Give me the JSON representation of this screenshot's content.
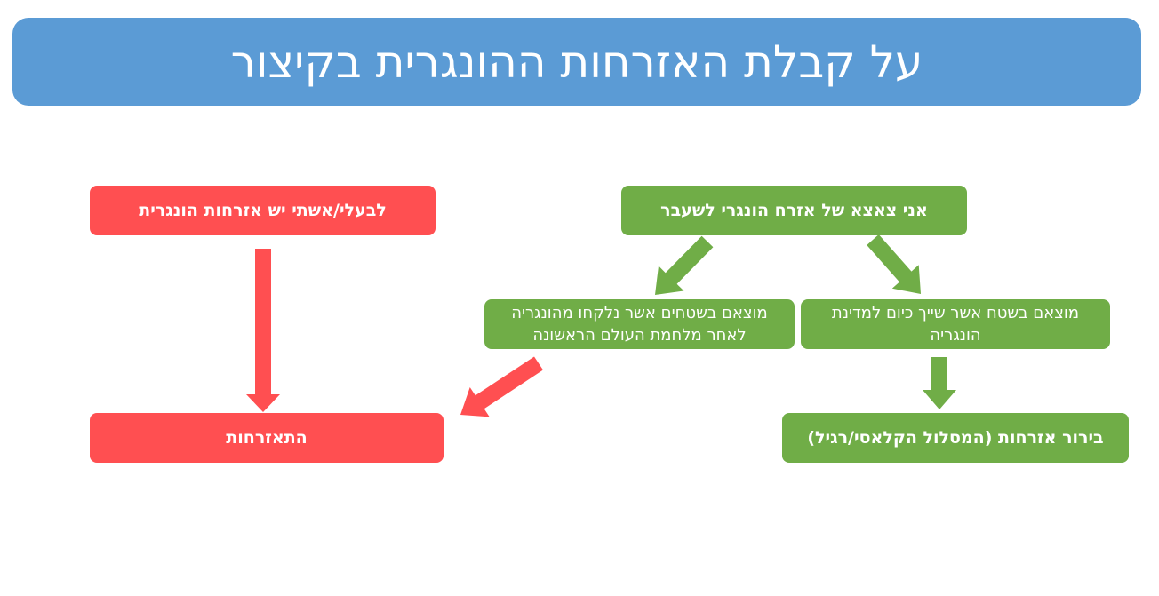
{
  "colors": {
    "title_bg": "#5b9bd5",
    "green": "#70ad47",
    "red": "#ff4f51",
    "text": "#ffffff"
  },
  "title": "על קבלת האזרחות ההונגרית בקיצור",
  "nodes": {
    "descendant": "אני צאצא של אזרח הונגרי לשעבר",
    "spouse": "לבעלי/אשתי יש אזרחות הונגרית",
    "lost_territories": "מוצאם בשטחים אשר נלקחו מהונגריה לאחר מלחמת העולם הראשונה",
    "current_territory": "מוצאם בשטח אשר שייך כיום למדינת הונגריה",
    "naturalization": "התאזרחות",
    "citizenship_verification": "בירור אזרחות (המסלול הקלאסי/רגיל)"
  }
}
